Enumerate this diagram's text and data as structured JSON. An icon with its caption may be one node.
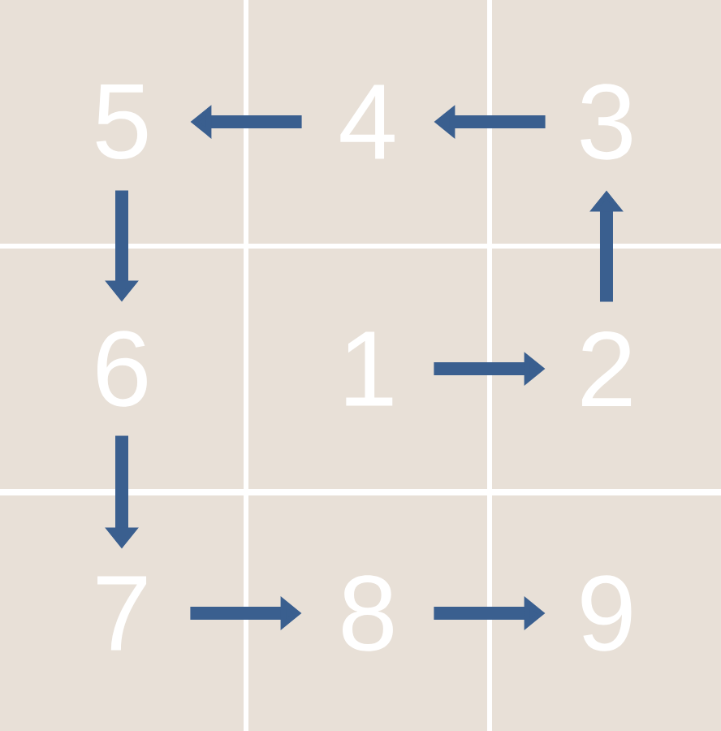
{
  "diagram": {
    "nodes": [
      {
        "text": [
          "5"
        ]
      },
      {
        "text": [
          "4"
        ]
      },
      {
        "text": [
          "3"
        ]
      },
      {
        "text": [
          "6"
        ]
      },
      {
        "text": [
          "1"
        ]
      },
      {
        "text": [
          "2"
        ]
      },
      {
        "text": [
          "7"
        ]
      },
      {
        "text": [
          "8"
        ]
      },
      {
        "text": [
          "9"
        ]
      }
    ],
    "edges": [
      {
        "from": 4,
        "to": 5,
        "arrow": "to"
      },
      {
        "from": 5,
        "to": 2,
        "arrow": "to"
      },
      {
        "from": 2,
        "to": 1,
        "arrow": "to"
      },
      {
        "from": 1,
        "to": 0,
        "arrow": "to"
      },
      {
        "from": 0,
        "to": 3,
        "arrow": "to"
      },
      {
        "from": 3,
        "to": 6,
        "arrow": "to"
      },
      {
        "from": 6,
        "to": 7,
        "arrow": "to"
      },
      {
        "from": 7,
        "to": 8,
        "arrow": "to"
      }
    ]
  }
}
